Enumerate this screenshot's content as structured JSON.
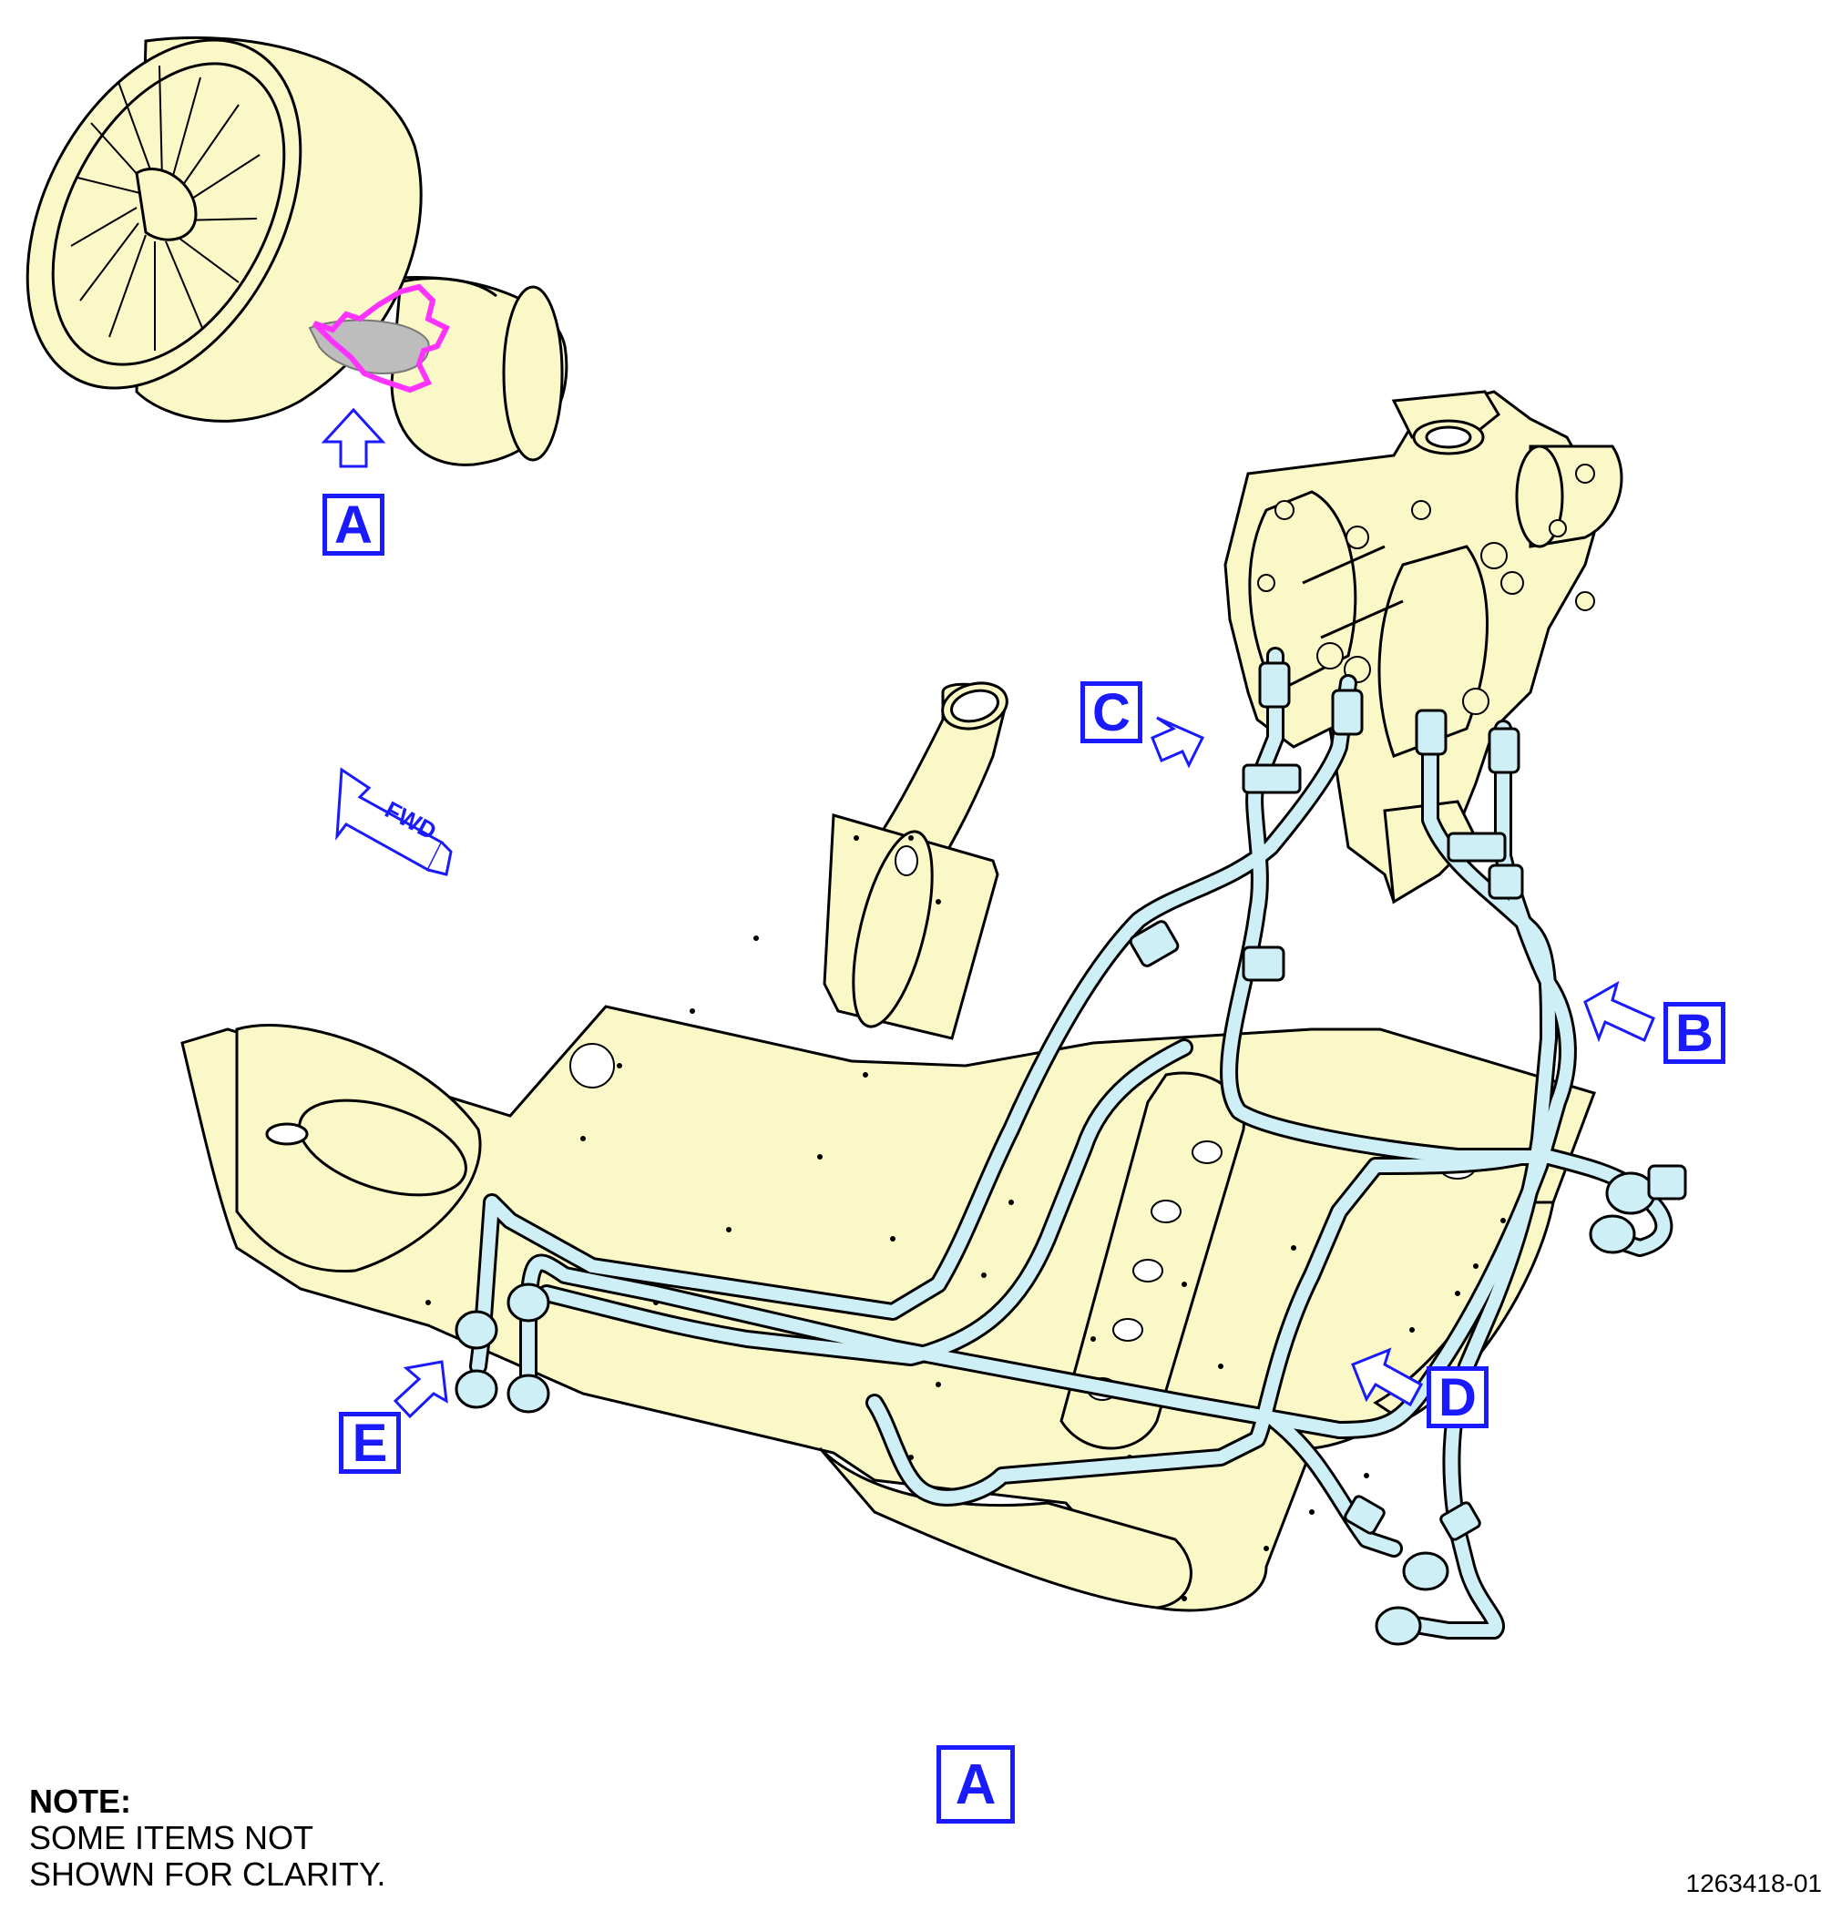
{
  "callouts": {
    "a_top": "A",
    "a_bottom": "A",
    "b": "B",
    "c": "C",
    "d": "D",
    "e": "E"
  },
  "fwd_label": "FWD",
  "note": {
    "heading": "NOTE:",
    "line1": "SOME ITEMS NOT",
    "line2": "SHOWN FOR CLARITY."
  },
  "figure_number": "1263418-01",
  "colors": {
    "component_fill": "#fbf8c8",
    "tube_fill": "#cdeff5",
    "callout_blue": "#1a1aff",
    "highlight_magenta": "#ff33ff"
  }
}
